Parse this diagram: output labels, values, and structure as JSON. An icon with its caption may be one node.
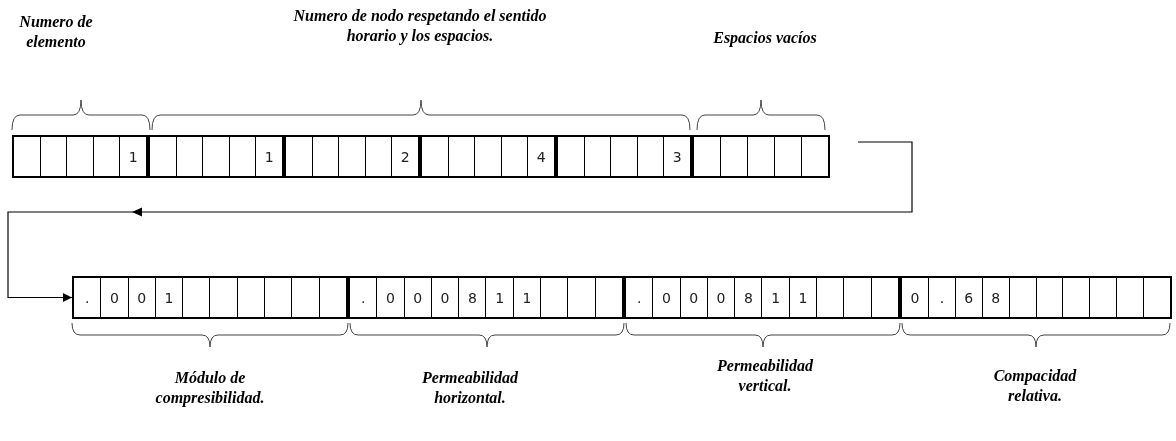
{
  "diagram": {
    "nodes": [
      {
        "text": [],
        "shape": "box"
      },
      {
        "text": [],
        "shape": "box",
        "in": 0
      },
      {
        "text": [],
        "shape": "box",
        "in": 0
      },
      {
        "text": [],
        "shape": "box",
        "in": 0
      },
      {
        "text": [],
        "shape": "box",
        "in": 0
      },
      {
        "text": [
          "1"
        ],
        "in": 0
      },
      {
        "text": [],
        "shape": "box"
      },
      {
        "text": [],
        "shape": "box",
        "in": 6
      },
      {
        "text": [],
        "shape": "box",
        "in": 6
      },
      {
        "text": [],
        "shape": "box",
        "in": 6
      },
      {
        "text": [],
        "shape": "box",
        "in": 6
      },
      {
        "text": [
          "1"
        ],
        "in": 6
      },
      {
        "text": [],
        "shape": "box"
      },
      {
        "text": [],
        "shape": "box",
        "in": 12
      },
      {
        "text": [],
        "shape": "box",
        "in": 12
      },
      {
        "text": [],
        "shape": "box",
        "in": 12
      },
      {
        "text": [],
        "shape": "box",
        "in": 12
      },
      {
        "text": [
          "2"
        ],
        "in": 12
      },
      {
        "text": [],
        "shape": "box"
      },
      {
        "text": [],
        "shape": "box",
        "in": 18
      },
      {
        "text": [],
        "shape": "box",
        "in": 18
      },
      {
        "text": [],
        "shape": "box",
        "in": 18
      },
      {
        "text": [],
        "shape": "box",
        "in": 18
      },
      {
        "text": [
          "4"
        ],
        "in": 18
      },
      {
        "text": [],
        "shape": "box"
      },
      {
        "text": [],
        "shape": "box",
        "in": 24
      },
      {
        "text": [],
        "shape": "box",
        "in": 24
      },
      {
        "text": [],
        "shape": "box",
        "in": 24
      },
      {
        "text": [],
        "shape": "box",
        "in": 24
      },
      {
        "text": [
          "3"
        ],
        "in": 24
      },
      {
        "text": [],
        "shape": "box"
      },
      {
        "text": [],
        "shape": "box",
        "in": 30
      },
      {
        "text": [],
        "shape": "box",
        "in": 30
      },
      {
        "text": [],
        "shape": "box",
        "in": 30
      },
      {
        "text": [],
        "shape": "box",
        "in": 30
      },
      {
        "text": [],
        "shape": "box",
        "in": 30
      },
      {
        "text": [],
        "shape": "box"
      },
      {
        "text": [
          "."
        ],
        "in": 36
      },
      {
        "text": [
          "0"
        ],
        "in": 36
      },
      {
        "text": [
          "0"
        ],
        "in": 36
      },
      {
        "text": [
          "1"
        ],
        "in": 36
      },
      {
        "text": [],
        "shape": "box",
        "in": 36
      },
      {
        "text": [],
        "shape": "box",
        "in": 36
      },
      {
        "text": [],
        "shape": "box",
        "in": 36
      },
      {
        "text": [],
        "shape": "box",
        "in": 36
      },
      {
        "text": [],
        "shape": "box",
        "in": 36
      },
      {
        "text": [],
        "shape": "box",
        "in": 36
      },
      {
        "text": [],
        "shape": "box"
      },
      {
        "text": [
          "."
        ],
        "in": 47
      },
      {
        "text": [
          "0"
        ],
        "in": 47
      },
      {
        "text": [
          "0"
        ],
        "in": 47
      },
      {
        "text": [
          "0"
        ],
        "in": 47
      },
      {
        "text": [
          "8"
        ],
        "in": 47
      },
      {
        "text": [
          "1"
        ],
        "in": 47
      },
      {
        "text": [
          "1"
        ],
        "in": 47
      },
      {
        "text": [],
        "shape": "box",
        "in": 47
      },
      {
        "text": [],
        "shape": "box",
        "in": 47
      },
      {
        "text": [],
        "shape": "box",
        "in": 47
      },
      {
        "text": [],
        "shape": "box"
      },
      {
        "text": [
          "."
        ],
        "in": 58
      },
      {
        "text": [
          "0"
        ],
        "in": 58
      },
      {
        "text": [
          "0"
        ],
        "in": 58
      },
      {
        "text": [
          "0"
        ],
        "in": 58
      },
      {
        "text": [
          "8"
        ],
        "in": 58
      },
      {
        "text": [
          "1"
        ],
        "in": 58
      },
      {
        "text": [
          "1"
        ],
        "in": 58
      },
      {
        "text": [],
        "shape": "box",
        "in": 58
      },
      {
        "text": [],
        "shape": "box",
        "in": 58
      },
      {
        "text": [],
        "shape": "box",
        "in": 58
      },
      {
        "text": [],
        "shape": "box"
      },
      {
        "text": [
          "0"
        ],
        "in": 69
      },
      {
        "text": [
          "."
        ],
        "in": 69
      },
      {
        "text": [
          "6"
        ],
        "in": 69
      },
      {
        "text": [
          "8"
        ],
        "in": 69
      },
      {
        "text": [],
        "shape": "box",
        "in": 69
      },
      {
        "text": [],
        "shape": "box",
        "in": 69
      },
      {
        "text": [],
        "shape": "box",
        "in": 69
      },
      {
        "text": [],
        "shape": "box",
        "in": 69
      },
      {
        "text": [],
        "shape": "box",
        "in": 69
      },
      {
        "text": [],
        "shape": "box",
        "in": 69
      }
    ],
    "edges": [
      {
        "from": null,
        "to": 36,
        "arrow": "to"
      }
    ],
    "labels": [
      "Numero de elemento",
      "Numero de nodo respetando el sentido horario y los espacios.",
      "Espacios vacíos",
      "Módulo de compresibilidad.",
      "Permeabilidad horizontal.",
      "Permeabilidad vertical.",
      "Compacidad relativa."
    ]
  }
}
